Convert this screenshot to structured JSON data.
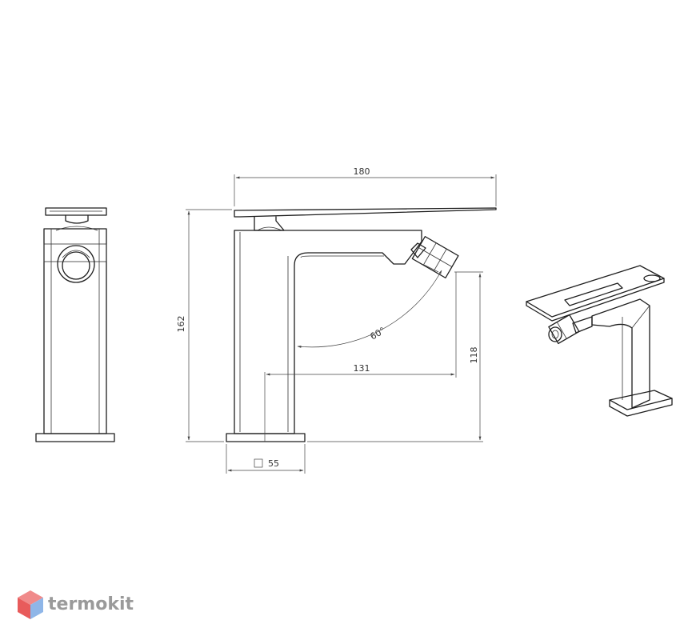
{
  "dimensions": {
    "spout_length": "180",
    "height": "162",
    "nozzle_reach": "131",
    "nozzle_height": "118",
    "nozzle_angle": "60°",
    "base_square": "55"
  },
  "watermark": {
    "text": "termokit",
    "colors": [
      "#e85b5b",
      "#8fb6e8",
      "#c9c9c9"
    ]
  }
}
